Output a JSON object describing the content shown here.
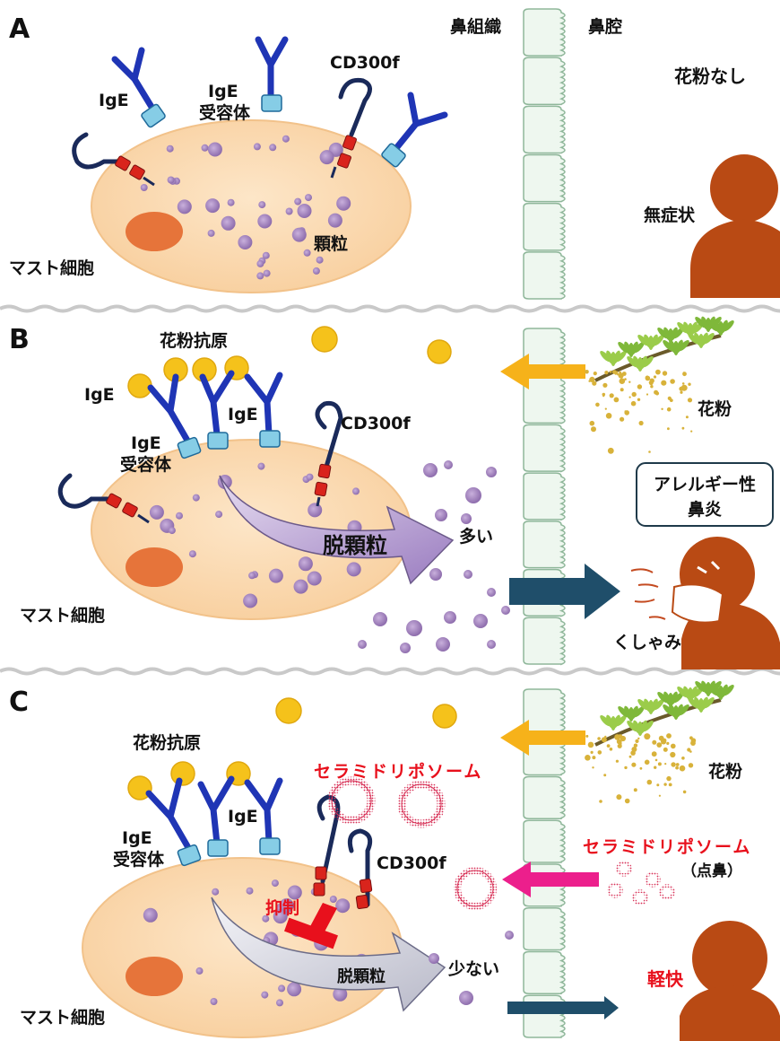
{
  "panel_a": {
    "letter": "A",
    "label_ige": "IgE",
    "label_receptor_line1": "IgE",
    "label_receptor_line2": "受容体",
    "label_cd300f": "CD300f",
    "label_granule": "顆粒",
    "label_mast_cell": "マスト細胞",
    "label_nasal_tissue": "鼻組織",
    "label_nasal_cavity": "鼻腔",
    "label_no_pollen": "花粉なし",
    "label_asymptomatic": "無症状"
  },
  "panel_b": {
    "letter": "B",
    "label_pollen_antigen": "花粉抗原",
    "label_ige_1": "IgE",
    "label_ige_2": "IgE",
    "label_receptor_line1": "IgE",
    "label_receptor_line2": "受容体",
    "label_cd300f": "CD300f",
    "label_degranulation": "脱顆粒",
    "label_many": "多い",
    "label_mast_cell": "マスト細胞",
    "label_pollen": "花粉",
    "box_line1": "アレルギー性",
    "box_line2": "鼻炎",
    "label_sneeze": "くしゃみ"
  },
  "panel_c": {
    "letter": "C",
    "label_pollen_antigen": "花粉抗原",
    "label_ige": "IgE",
    "label_receptor_line1": "IgE",
    "label_receptor_line2": "受容体",
    "label_ceramide_top": "セラミドリポソーム",
    "label_cd300f": "CD300f",
    "label_suppression": "抑制",
    "label_degranulation": "脱顆粒",
    "label_few": "少ない",
    "label_mast_cell": "マスト細胞",
    "label_pollen": "花粉",
    "label_ceramide_right": "セラミドリポソーム",
    "label_nasal_drop": "（点鼻）",
    "label_relief": "軽快"
  },
  "colors": {
    "cell_fill": "#fbd9ae",
    "nucleus": "#e6743a",
    "granule": "#a98bc2",
    "antibody": "#1f35b5",
    "receptor": "#86cde6",
    "cd300f_red": "#d9241c",
    "pollen": "#f5c21b",
    "person": "#b94a14",
    "arrow_yellow": "#f6b21a",
    "arrow_teal": "#1f4e6a",
    "arrow_pink": "#ec1f8c",
    "text_red": "#e8101c"
  }
}
